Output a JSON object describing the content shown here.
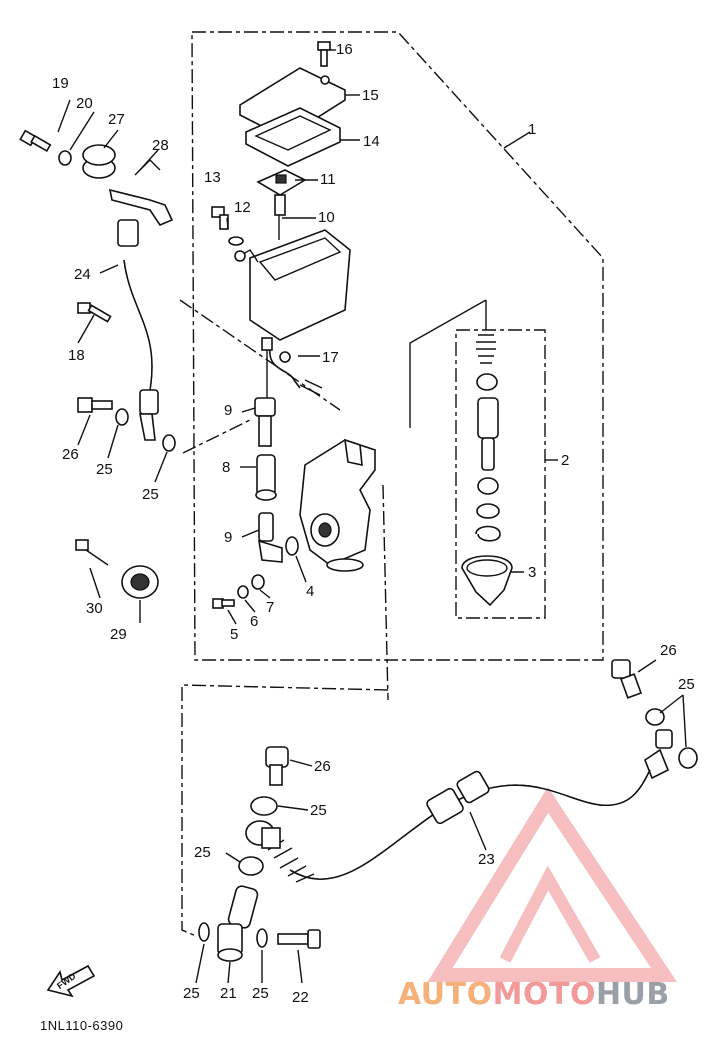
{
  "diagram": {
    "code": "1NL110-6390",
    "direction_label": "FWD",
    "watermark": {
      "part1": "AUTO",
      "part2": "MOTO",
      "part3": "HUB"
    },
    "callouts": [
      {
        "id": "c16",
        "text": "16"
      },
      {
        "id": "c15",
        "text": "15"
      },
      {
        "id": "c14",
        "text": "14"
      },
      {
        "id": "c11",
        "text": "11"
      },
      {
        "id": "c10",
        "text": "10"
      },
      {
        "id": "c13",
        "text": "13"
      },
      {
        "id": "c12",
        "text": "12"
      },
      {
        "id": "c1",
        "text": "1"
      },
      {
        "id": "c19",
        "text": "19"
      },
      {
        "id": "c20",
        "text": "20"
      },
      {
        "id": "c27",
        "text": "27"
      },
      {
        "id": "c28",
        "text": "28"
      },
      {
        "id": "c24",
        "text": "24"
      },
      {
        "id": "c18",
        "text": "18"
      },
      {
        "id": "c17",
        "text": "17"
      },
      {
        "id": "c9a",
        "text": "9"
      },
      {
        "id": "c26a",
        "text": "26"
      },
      {
        "id": "c25a",
        "text": "25"
      },
      {
        "id": "c25b",
        "text": "25"
      },
      {
        "id": "c8",
        "text": "8"
      },
      {
        "id": "c2",
        "text": "2"
      },
      {
        "id": "c9b",
        "text": "9"
      },
      {
        "id": "c4",
        "text": "4"
      },
      {
        "id": "c3",
        "text": "3"
      },
      {
        "id": "c30",
        "text": "30"
      },
      {
        "id": "c7",
        "text": "7"
      },
      {
        "id": "c6",
        "text": "6"
      },
      {
        "id": "c5",
        "text": "5"
      },
      {
        "id": "c29",
        "text": "29"
      },
      {
        "id": "c26b",
        "text": "26"
      },
      {
        "id": "c25c",
        "text": "25"
      },
      {
        "id": "c26c",
        "text": "26"
      },
      {
        "id": "c25d",
        "text": "25"
      },
      {
        "id": "c25e",
        "text": "25"
      },
      {
        "id": "c23",
        "text": "23"
      },
      {
        "id": "c25f",
        "text": "25"
      },
      {
        "id": "c21",
        "text": "21"
      },
      {
        "id": "c25g",
        "text": "25"
      },
      {
        "id": "c22",
        "text": "22"
      }
    ]
  }
}
